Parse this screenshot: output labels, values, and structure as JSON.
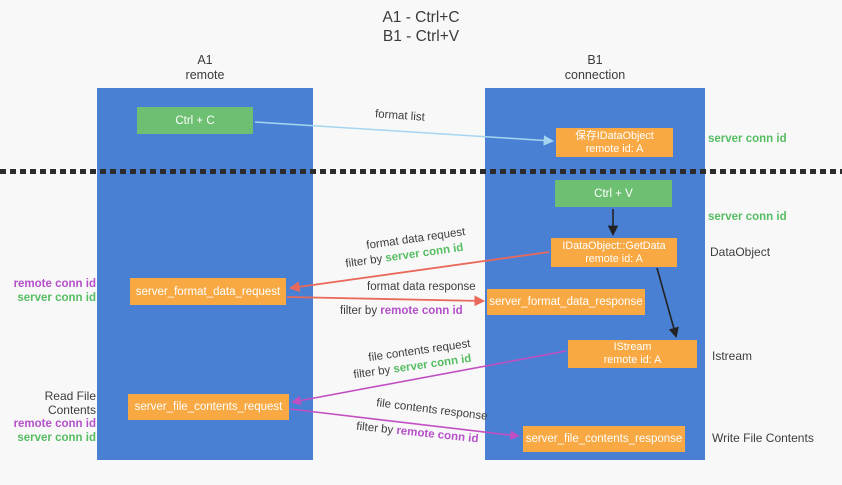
{
  "title": {
    "line1": "A1 - Ctrl+C",
    "line2": "B1 - Ctrl+V"
  },
  "lanes": {
    "left": {
      "name": "A1",
      "role": "remote"
    },
    "right": {
      "name": "B1",
      "role": "connection"
    }
  },
  "nodes": {
    "ctrl_c": {
      "label": "Ctrl + C"
    },
    "ctrl_v": {
      "label": "Ctrl + V"
    },
    "save_dataobject": {
      "line1": "保存IDataObject",
      "line2": "remote id: A"
    },
    "getdata": {
      "line1": "IDataObject::GetData",
      "line2": "remote id: A"
    },
    "istream": {
      "line1": "IStream",
      "line2": "remote id: A"
    },
    "server_format_data_request": {
      "label": "server_format_data_request"
    },
    "server_format_data_response": {
      "label": "server_format_data_response"
    },
    "server_file_contents_request": {
      "label": "server_file_contents_request"
    },
    "server_file_contents_response": {
      "label": "server_file_contents_response"
    }
  },
  "arrow_labels": {
    "format_list": "format list",
    "format_data_request": "format data request",
    "format_data_request_filter_prefix": "filter by",
    "format_data_request_filter_key": "server conn id",
    "format_data_response": "format data response",
    "format_data_response_filter_prefix": "filter by",
    "format_data_response_filter_key": "remote conn id",
    "file_contents_request": "file contents request",
    "file_contents_request_filter_prefix": "filter by",
    "file_contents_request_filter_key": "server conn id",
    "file_contents_response": "file contents response",
    "file_contents_response_filter_prefix": "filter by",
    "file_contents_response_filter_key": "remote conn id"
  },
  "side_labels": {
    "server_conn_id_top": "server conn id",
    "server_conn_id_mid": "server conn id",
    "dataobject": "DataObject",
    "istream": "Istream",
    "write_file_contents": "Write File Contents",
    "read_file_contents": "Read File Contents",
    "top_left": {
      "remote_conn_id": "remote conn id",
      "server_conn_id": "server conn id"
    },
    "bottom_left": {
      "remote_conn_id": "remote conn id",
      "server_conn_id": "server conn id"
    }
  },
  "colors": {
    "lane_blue": "#4a80d4",
    "node_orange": "#f8a944",
    "node_green": "#6dbf71",
    "accent_green": "#56bd62",
    "accent_purple": "#b450c8",
    "arrow_red": "#e96a5c",
    "arrow_magenta": "#c24fc2",
    "arrow_blue": "#a5d5f0",
    "arrow_black": "#222222",
    "background": "#f8f8f9"
  }
}
